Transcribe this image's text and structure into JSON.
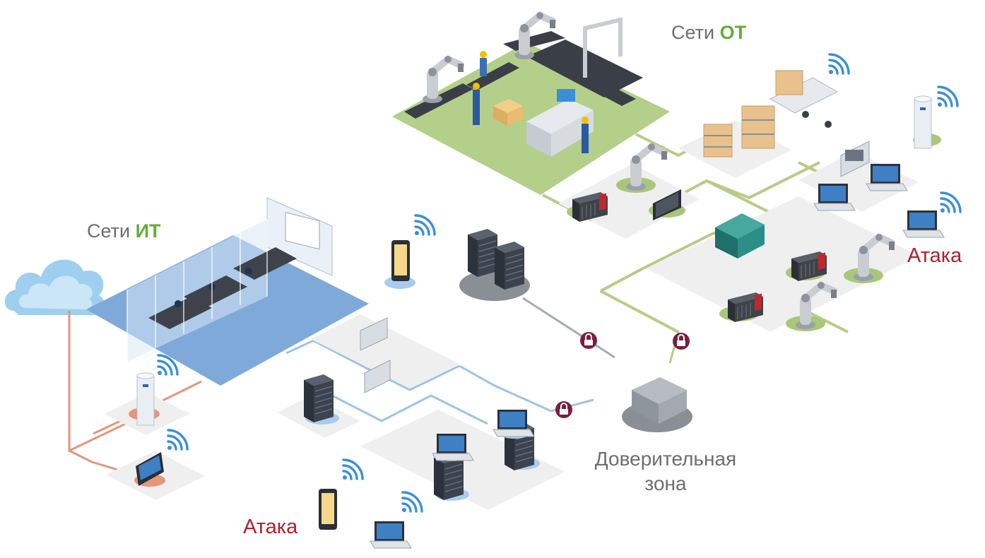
{
  "labels": {
    "ot_network": {
      "prefix": "Сети",
      "highlight": "ОТ"
    },
    "it_network": {
      "prefix": "Сети",
      "highlight": "ИТ"
    },
    "attack_right": "Атака",
    "attack_bottom": "Атака",
    "trusted_zone_line1": "Доверительная",
    "trusted_zone_line2": "зона"
  },
  "colors": {
    "ot_accent": "#5fae3a",
    "ot_floor": "#b3cf8a",
    "ot_link": "#b6cc86",
    "it_floor": "#7ea9d9",
    "it_link": "#9ec3e6",
    "cloud_link": "#e3967a",
    "attack": "#b0202c",
    "lock": "#7a1f3d",
    "text_gray": "#6d6e71"
  },
  "icons": [
    "cloud-icon",
    "wifi-icon",
    "server-rack-icon",
    "lock-icon",
    "laptop-icon",
    "tablet-icon",
    "robot-arm-icon",
    "plc-icon",
    "access-point-icon",
    "firewall-icon"
  ]
}
